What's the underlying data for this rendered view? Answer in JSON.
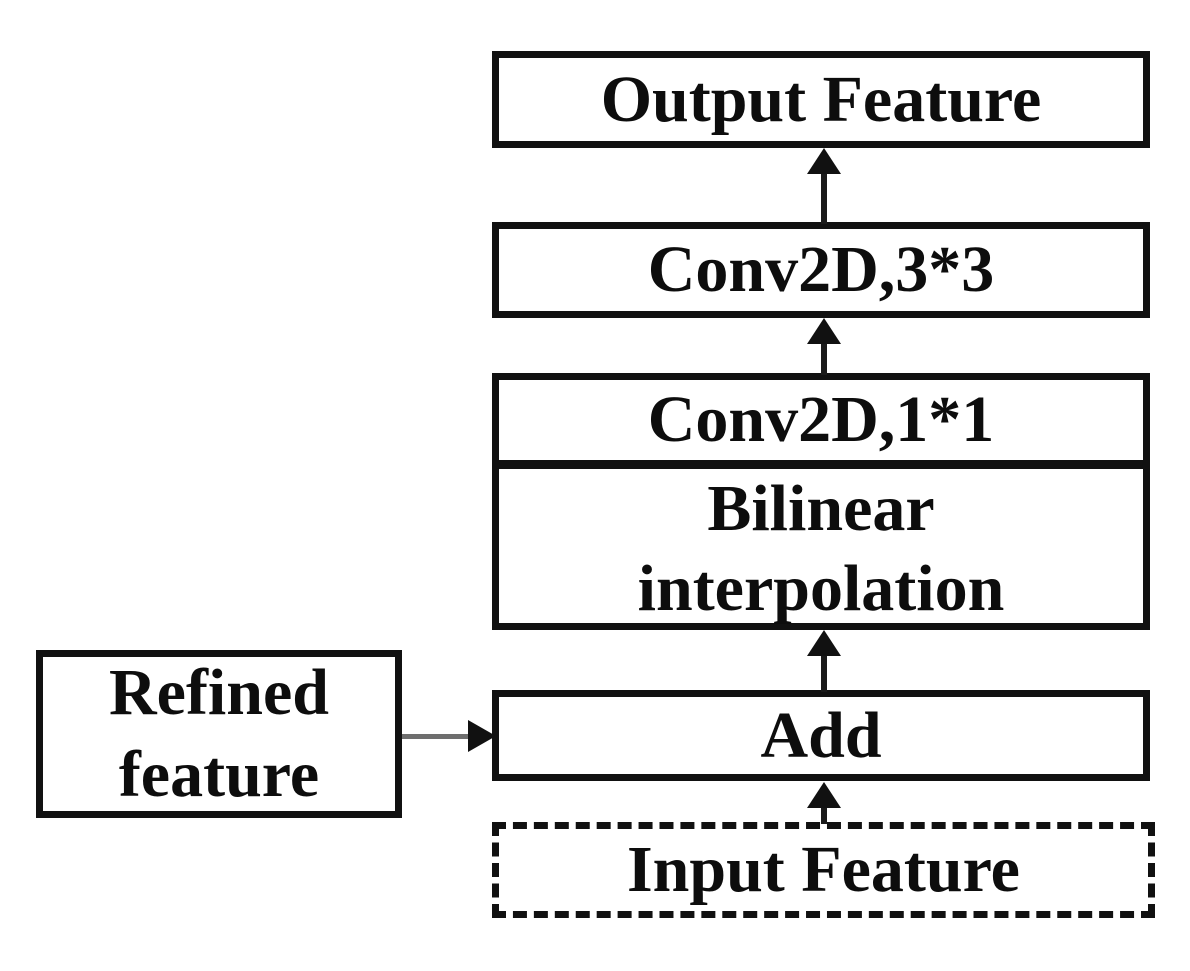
{
  "diagram": {
    "type": "flow-diagram",
    "colors": {
      "background": "#ffffff",
      "border": "#111111",
      "text": "#0d0d0d",
      "side_connector_stem": "#6e6e6e"
    },
    "nodes": {
      "output_feature": {
        "label": "Output Feature",
        "border_style": "solid"
      },
      "conv2d_3x3": {
        "label": "Conv2D,3*3",
        "border_style": "solid"
      },
      "conv2d_1x1": {
        "label": "Conv2D,1*1",
        "border_style": "solid"
      },
      "bilinear_interpolation": {
        "label": "Bilinear\ninterpolation",
        "border_style": "solid"
      },
      "add": {
        "label": "Add",
        "border_style": "solid"
      },
      "input_feature": {
        "label": "Input Feature",
        "border_style": "dashed"
      },
      "refined_feature": {
        "label": "Refined\nfeature",
        "border_style": "solid"
      }
    },
    "edges": [
      {
        "from": "input_feature",
        "to": "add",
        "direction": "up"
      },
      {
        "from": "refined_feature",
        "to": "add",
        "direction": "right"
      },
      {
        "from": "add",
        "to": "bilinear_interpolation",
        "direction": "up"
      },
      {
        "from": "conv2d_1x1",
        "to": "conv2d_3x3",
        "direction": "up"
      },
      {
        "from": "conv2d_3x3",
        "to": "output_feature",
        "direction": "up"
      }
    ]
  }
}
